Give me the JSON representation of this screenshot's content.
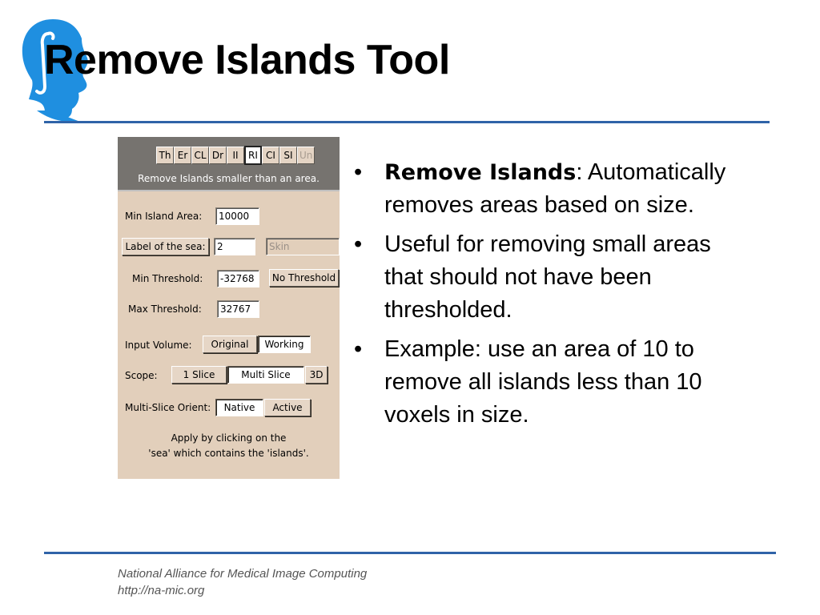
{
  "slide": {
    "title": "Remove Islands Tool",
    "footer_line1": "National Alliance for Medical Image Computing",
    "footer_line2": "http://na-mic.org"
  },
  "colors": {
    "accent_rule": "#2f63a8",
    "logo_blue": "#1f8fe0",
    "panel_bg": "#e2cfbb",
    "panel_header_bg": "#76736f"
  },
  "logo": {
    "icon": "head-profile-logo-icon"
  },
  "tool_panel": {
    "tabs": [
      {
        "label": "Th",
        "state": "normal"
      },
      {
        "label": "Er",
        "state": "normal"
      },
      {
        "label": "CL",
        "state": "normal"
      },
      {
        "label": "Dr",
        "state": "normal"
      },
      {
        "label": "II",
        "state": "normal"
      },
      {
        "label": "RI",
        "state": "active"
      },
      {
        "label": "CI",
        "state": "normal"
      },
      {
        "label": "SI",
        "state": "normal"
      },
      {
        "label": "Un",
        "state": "disabled"
      }
    ],
    "description": "Remove Islands smaller than an area.",
    "min_island_area_label": "Min Island Area:",
    "min_island_area_value": "10000",
    "label_of_sea_button": "Label of the sea:",
    "label_of_sea_value": "2",
    "label_of_sea_name": "Skin",
    "min_threshold_label": "Min Threshold:",
    "min_threshold_value": "-32768",
    "no_threshold_button": "No Threshold",
    "max_threshold_label": "Max Threshold:",
    "max_threshold_value": "32767",
    "input_volume_label": "Input Volume:",
    "input_volume_options": [
      "Original",
      "Working"
    ],
    "input_volume_selected": "Working",
    "scope_label": "Scope:",
    "scope_options": [
      "1 Slice",
      "Multi Slice",
      "3D"
    ],
    "scope_selected": "Multi Slice",
    "orient_label": "Multi-Slice Orient:",
    "orient_options": [
      "Native",
      "Active"
    ],
    "orient_selected": "Native",
    "apply_note_line1": "Apply by clicking on the",
    "apply_note_line2": "'sea' which contains the 'islands'."
  },
  "bullets": [
    {
      "bold": "Remove Islands",
      "text": ": Automatically removes areas based on size."
    },
    {
      "bold": "",
      "text": "Useful for removing small areas that should not have been thresholded."
    },
    {
      "bold": "",
      "text": "Example: use an area of 10 to remove all islands less than 10 voxels in size."
    }
  ],
  "bullet_symbol": "•"
}
